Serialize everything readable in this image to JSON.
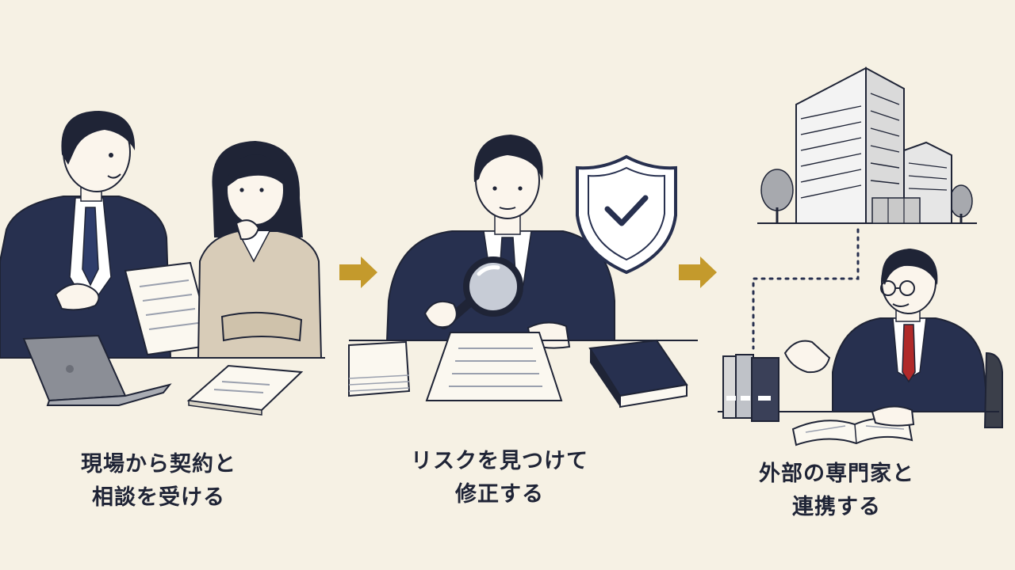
{
  "colors": {
    "background": "#f6f1e4",
    "navy": "#27304f",
    "ink": "#1f2436",
    "beige_jacket": "#d8ccb8",
    "gold_arrow": "#c49a2c",
    "red_tie": "#b02a2a",
    "paper": "#fbf8f0",
    "building_gray": "#dadada"
  },
  "steps": [
    {
      "caption_line1": "現場から契約と",
      "caption_line2": "相談を受ける",
      "icons": [
        "two-people-icon",
        "document-icon",
        "laptop-icon"
      ]
    },
    {
      "caption_line1": "リスクを見つけて",
      "caption_line2": "修正する",
      "icons": [
        "magnifier-icon",
        "shield-check-icon",
        "document-icon",
        "book-icon"
      ]
    },
    {
      "caption_line1": "外部の専門家と",
      "caption_line2": "連携する",
      "icons": [
        "office-building-icon",
        "lawyer-icon",
        "binders-icon",
        "open-book-icon"
      ]
    }
  ],
  "arrows": [
    "arrow-right-icon",
    "arrow-right-icon"
  ]
}
